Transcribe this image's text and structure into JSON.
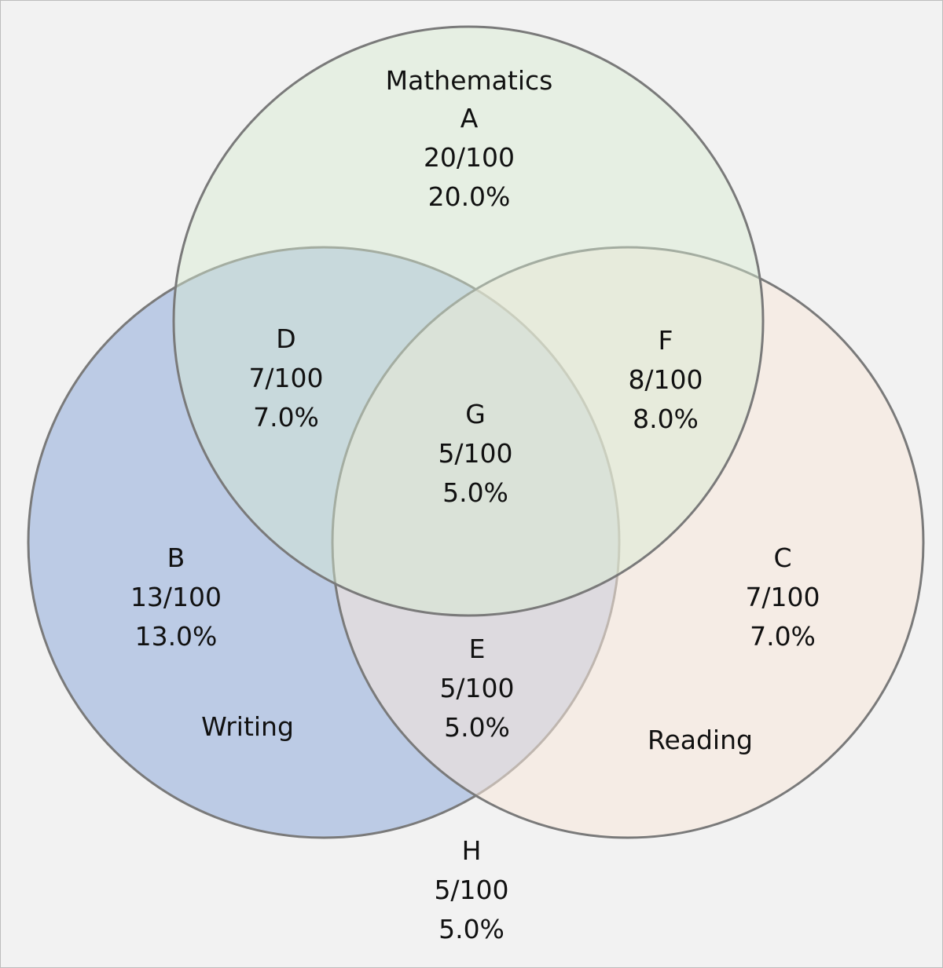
{
  "chart_data": {
    "type": "venn",
    "total": 100,
    "sets": [
      {
        "name": "Mathematics",
        "color": "#e3ebe2"
      },
      {
        "name": "Writing",
        "color": "#bccbe5"
      },
      {
        "name": "Reading",
        "color": "#f5ebe2"
      }
    ],
    "regions": [
      {
        "label": "A",
        "count": "20/100",
        "percent": "20.0%",
        "sets": [
          "Mathematics"
        ]
      },
      {
        "label": "B",
        "count": "13/100",
        "percent": "13.0%",
        "sets": [
          "Writing"
        ]
      },
      {
        "label": "C",
        "count": "7/100",
        "percent": "7.0%",
        "sets": [
          "Reading"
        ]
      },
      {
        "label": "D",
        "count": "7/100",
        "percent": "7.0%",
        "sets": [
          "Mathematics",
          "Writing"
        ]
      },
      {
        "label": "E",
        "count": "5/100",
        "percent": "5.0%",
        "sets": [
          "Writing",
          "Reading"
        ]
      },
      {
        "label": "F",
        "count": "8/100",
        "percent": "8.0%",
        "sets": [
          "Mathematics",
          "Reading"
        ]
      },
      {
        "label": "G",
        "count": "5/100",
        "percent": "5.0%",
        "sets": [
          "Mathematics",
          "Writing",
          "Reading"
        ]
      },
      {
        "label": "H",
        "count": "5/100",
        "percent": "5.0%",
        "sets": []
      }
    ]
  }
}
